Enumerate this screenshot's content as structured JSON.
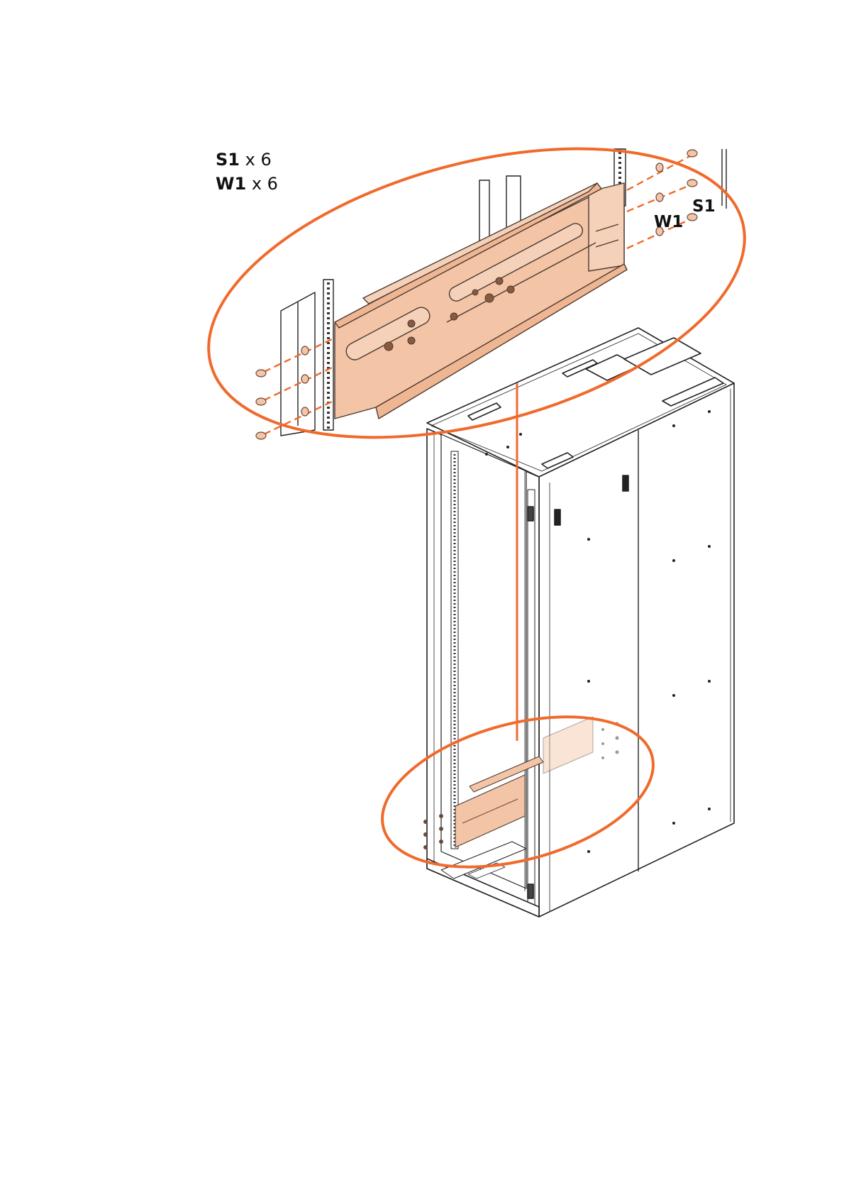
{
  "parts_list": [
    {
      "code": "S1",
      "qty": "x 6"
    },
    {
      "code": "W1",
      "qty": "x 6"
    }
  ],
  "callouts": {
    "screw": "S1",
    "washer": "W1"
  },
  "colors": {
    "highlight": "#f06a2c",
    "bracket_fill": "#f3c4a6",
    "bracket_stroke": "#4a3a30",
    "line": "#222222"
  },
  "icons": [
    "screw-icon",
    "washer-icon",
    "rack-cabinet",
    "mounting-rail-bracket"
  ]
}
